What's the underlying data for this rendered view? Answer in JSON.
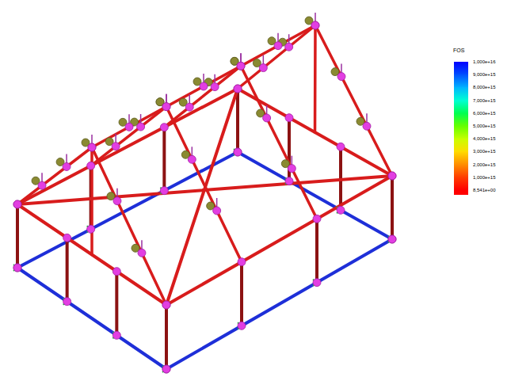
{
  "diagram": {
    "labels": [
      "FOS"
    ],
    "legend": [
      {
        "text": "1,000e+16",
        "color": "#0000ff"
      },
      {
        "text": "9,000e+15",
        "color": "#0050ff"
      },
      {
        "text": "8,000e+15",
        "color": "#00b4ff"
      },
      {
        "text": "7,000e+15",
        "color": "#00ffd2"
      },
      {
        "text": "6,000e+15",
        "color": "#00ff50"
      },
      {
        "text": "5,000e+15",
        "color": "#64ff00"
      },
      {
        "text": "4,000e+15",
        "color": "#c8ff00"
      },
      {
        "text": "3,000e+15",
        "color": "#ffdc00"
      },
      {
        "text": "2,000e+15",
        "color": "#ff8c00"
      },
      {
        "text": "1,000e+15",
        "color": "#ff3c00"
      },
      {
        "text": "8,541e+00",
        "color": "#ff0000"
      }
    ]
  }
}
